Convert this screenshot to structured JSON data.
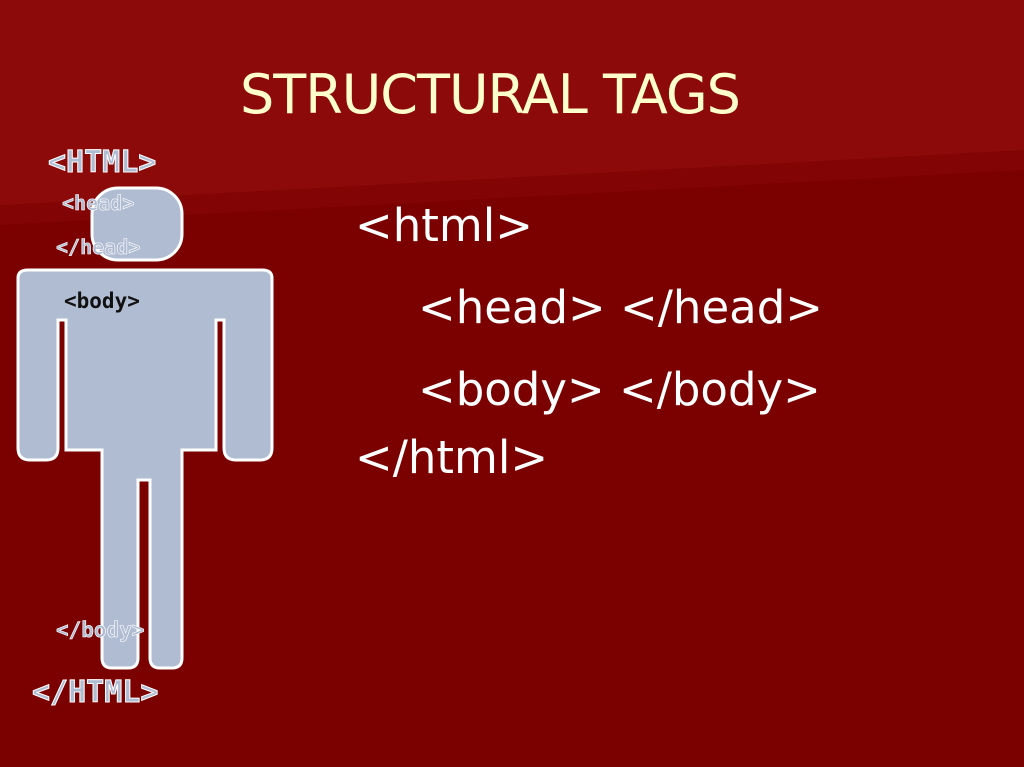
{
  "slide": {
    "title": "STRUCTURAL TAGS",
    "code_lines": [
      "<html>",
      "<head>  </head>",
      "<body>   </body>",
      "</html>"
    ]
  },
  "figure": {
    "labels": {
      "html_open": "<HTML>",
      "head_open": "<head>",
      "head_close": "</head>",
      "body_open": "<body>",
      "body_close": "</body>",
      "html_close": "</HTML>"
    }
  },
  "colors": {
    "background": "#7b0000",
    "title": "#ffffcc",
    "body_text": "#ffffff",
    "figure_fill": "#b0bcd2",
    "figure_outline": "#ffffff",
    "figure_label": "#111111"
  }
}
